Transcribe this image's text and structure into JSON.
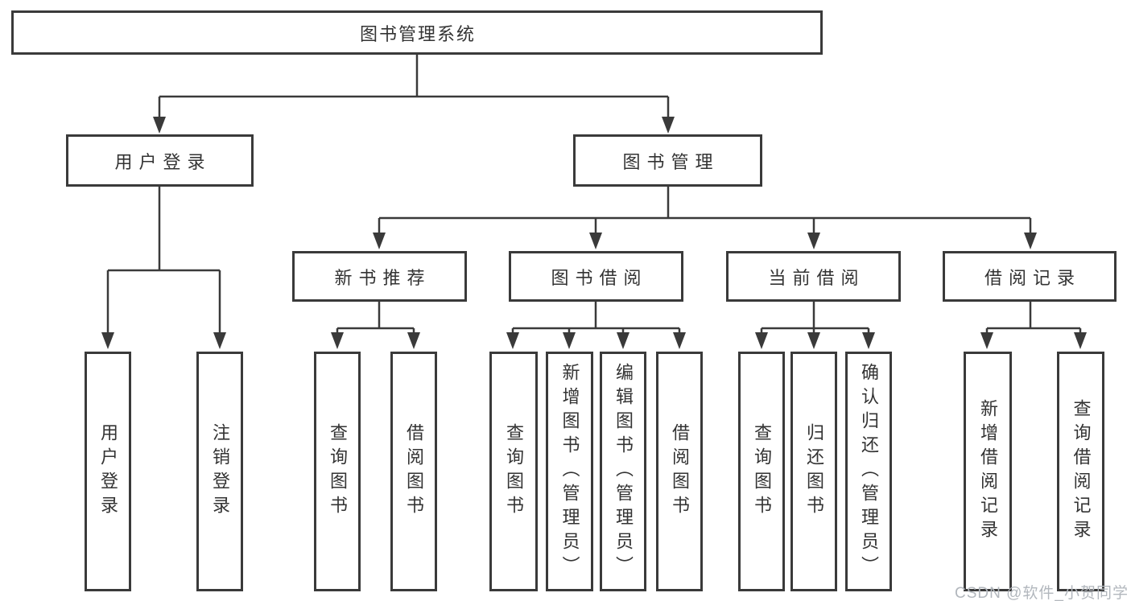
{
  "diagram": {
    "root": {
      "label": "图书管理系统"
    },
    "branches": [
      {
        "label": "用户登录",
        "children": [
          {
            "label": "用户登录"
          },
          {
            "label": "注销登录"
          }
        ]
      },
      {
        "label": "图书管理",
        "children": [
          {
            "label": "新书推荐",
            "children": [
              {
                "label": "查询图书"
              },
              {
                "label": "借阅图书"
              }
            ]
          },
          {
            "label": "图书借阅",
            "children": [
              {
                "label": "查询图书"
              },
              {
                "label": "新增图书（管理员）"
              },
              {
                "label": "编辑图书（管理员）"
              },
              {
                "label": "借阅图书"
              }
            ]
          },
          {
            "label": "当前借阅",
            "children": [
              {
                "label": "查询图书"
              },
              {
                "label": "归还图书"
              },
              {
                "label": "确认归还（管理员）"
              }
            ]
          },
          {
            "label": "借阅记录",
            "children": [
              {
                "label": "新增借阅记录"
              },
              {
                "label": "查询借阅记录"
              }
            ]
          }
        ]
      }
    ]
  },
  "watermark": {
    "text": "CSDN @软件_小贺同学",
    "color": "#b2b7bd"
  },
  "colors": {
    "line": "#3a3a3a",
    "text": "#333333",
    "box_bg": "#ffffff"
  }
}
